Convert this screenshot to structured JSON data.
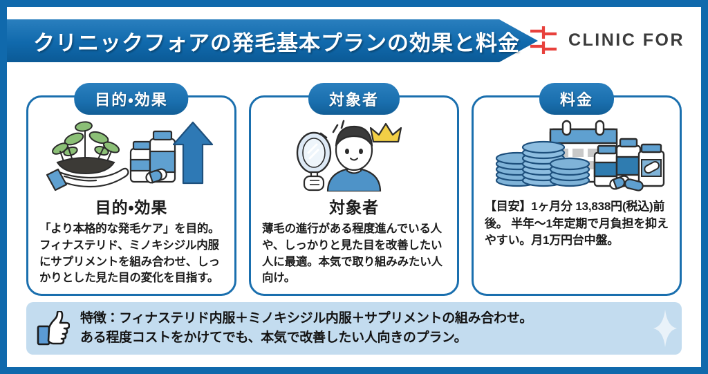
{
  "header": {
    "title": "クリニックフォアの発毛基本プランの効果と料金",
    "logo_text": "CLINIC FOR",
    "logo_icon": "red-cross-logo-icon",
    "banner_color": "#1069ac",
    "logo_color": "#e8413c"
  },
  "cards": [
    {
      "badge": "目的・効果",
      "heading": "目的・効果",
      "body": "「より本格的な発毛ケア」を目的。フィナステリド、ミノキシジル内服にサプリメントを組み合わせ、しっかりとした見た目の変化を目指す。",
      "illustration": "hand-seedling-pills-arrow-icon"
    },
    {
      "badge": "対象者",
      "heading": "対象者",
      "body": "薄毛の進行がある程度進んでいる人や、しっかりと見た目を改善したい人に最適。本気で取り組みみたい人向け。",
      "illustration": "man-mirror-crown-icon"
    },
    {
      "badge": "料金",
      "heading": "",
      "body": "【目安】1ヶ月分\n13,838円(税込)前後。\n半年〜1年定期で月負担を抑えやすい。月1万円台中盤。",
      "illustration": "coins-calendar-pills-icon"
    }
  ],
  "banner": {
    "icon": "thumbs-up-icon",
    "line1": "特徴：フィナステリド内服＋ミノキシジル内服＋サプリメントの組み合わせ。",
    "line2": "ある程度コストをかけてでも、本気で改善したい人向きのプラン。",
    "background_color": "#c3dcef",
    "sparkle_icon": "sparkle-icon"
  },
  "theme": {
    "frame_blue": "#1069ac",
    "card_border": "#1a6fae",
    "accent_light_blue": "#6aa9d6",
    "text_dark": "#1b1b1b"
  }
}
